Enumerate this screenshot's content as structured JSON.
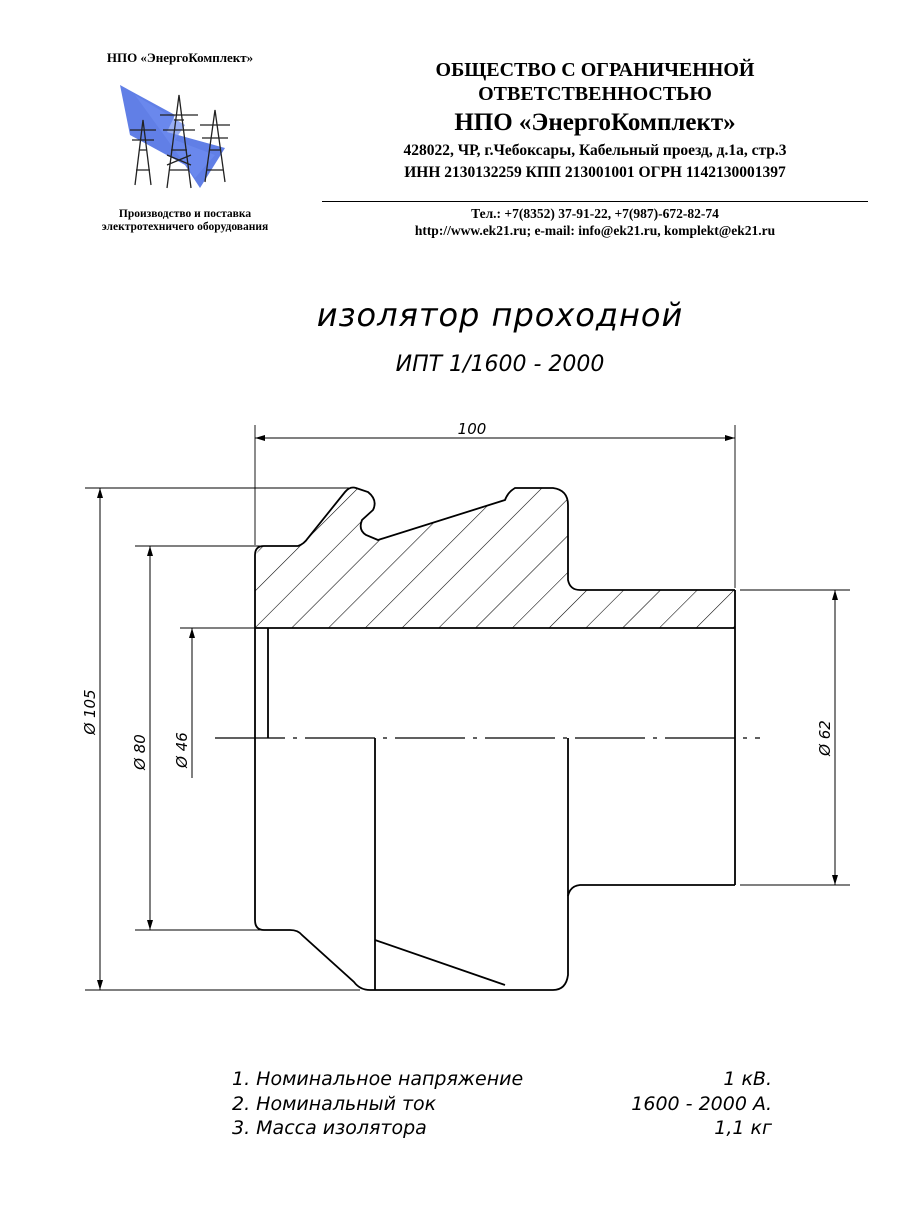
{
  "header": {
    "logo_title": "НПО «ЭнергоКомплект»",
    "logo_caption_1": "Производство и поставка",
    "logo_caption_2": "электротехничего оборудования",
    "company_line1": "ОБЩЕСТВО С ОГРАНИЧЕННОЙ",
    "company_line2": "ОТВЕТСТВЕННОСТЬЮ",
    "company_name": "НПО «ЭнергоКомплект»",
    "address": "428022, ЧР, г.Чебоксары, Кабельный проезд, д.1а, стр.3",
    "requisites": "ИНН 2130132259  КПП 213001001 ОГРН 1142130001397",
    "phone": "Тел.: +7(8352) 37-91-22, +7(987)-672-82-74",
    "web": "http://www.ek21.ru; e-mail: info@ek21.ru, komplekt@ek21.ru"
  },
  "document": {
    "title": "изолятор проходной",
    "model": "ИПТ 1/1600 - 2000"
  },
  "drawing": {
    "dim_length": "100",
    "dim_d105": "Ø 105",
    "dim_d80": "Ø 80",
    "dim_d46": "Ø 46",
    "dim_d62": "Ø 62"
  },
  "specs": [
    {
      "label": "1. Номинальное напряжение",
      "value": "1 кВ."
    },
    {
      "label": "2. Номинальный ток",
      "value": "1600 - 2000 А."
    },
    {
      "label": "3. Масса изолятора",
      "value": "1,1 кг"
    }
  ]
}
